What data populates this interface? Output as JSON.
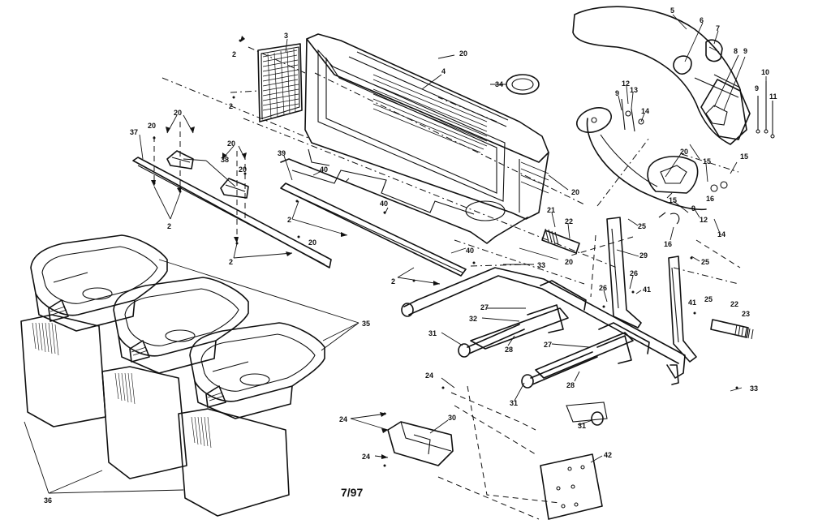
{
  "date_code": "7/97",
  "callouts": {
    "c2a": "2",
    "c2b": "2",
    "c2c": "2",
    "c2d": "2",
    "c2e": "2",
    "c2f": "2",
    "c3": "3",
    "c4": "4",
    "c5": "5",
    "c6": "6",
    "c7": "7",
    "c8": "8",
    "c9a": "9",
    "c9b": "9",
    "c9c": "9",
    "c10": "10",
    "c11": "11",
    "c12a": "12",
    "c12b": "12",
    "c13": "13",
    "c14a": "14",
    "c14b": "14",
    "c15a": "15",
    "c15b": "15",
    "c15c": "15",
    "c16a": "16",
    "c16b": "16",
    "c20a": "20",
    "c20b": "20",
    "c20c": "20",
    "c20d": "20",
    "c20e": "20",
    "c20f": "20",
    "c20g": "20",
    "c20h": "20",
    "c20i": "20",
    "c21": "21",
    "c22a": "22",
    "c22b": "22",
    "c23": "23",
    "c24a": "24",
    "c24b": "24",
    "c24c": "24",
    "c25a": "25",
    "c25b": "25",
    "c25c": "25",
    "c26a": "26",
    "c26b": "26",
    "c27a": "27",
    "c27b": "27",
    "c28a": "28",
    "c28b": "28",
    "c29": "29",
    "c30": "30",
    "c31a": "31",
    "c31b": "31",
    "c31c": "31",
    "c32": "32",
    "c33a": "33",
    "c33b": "33",
    "c34": "34",
    "c35": "35",
    "c36": "36",
    "c37": "37",
    "c38": "38",
    "c39": "39",
    "c40a": "40",
    "c40b": "40",
    "c40c": "40",
    "c41a": "41",
    "c41b": "41",
    "c42": "42"
  }
}
